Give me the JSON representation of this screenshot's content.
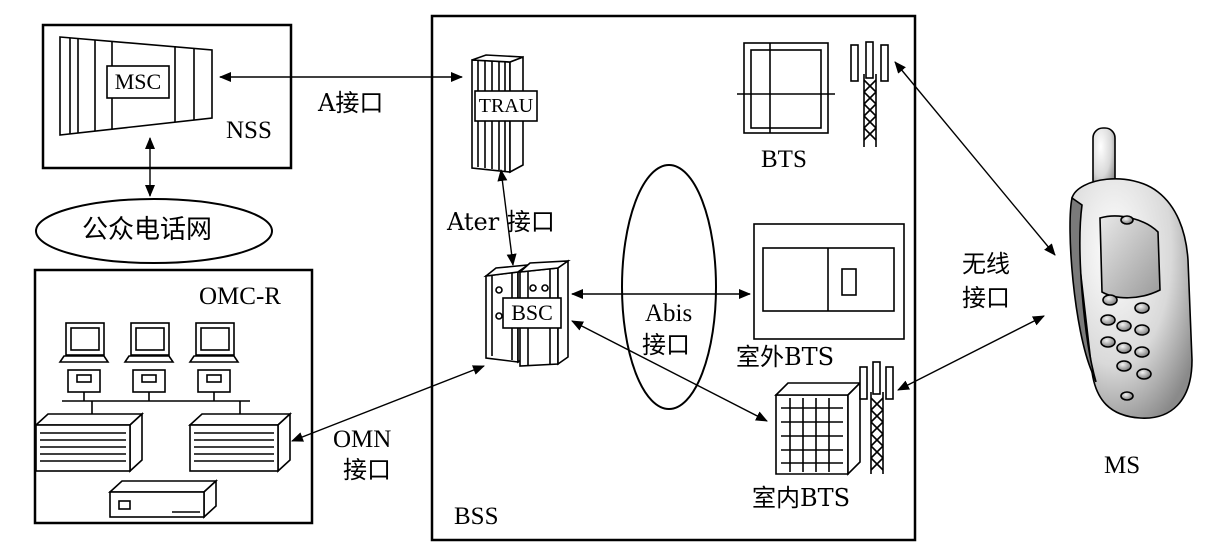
{
  "nss": {
    "label": "NSS",
    "msc_label": "MSC"
  },
  "pstn": {
    "label": "公众电话网"
  },
  "omc": {
    "label": "OMC-R"
  },
  "bss": {
    "label": "BSS",
    "trau_label": "TRAU",
    "bsc_label": "BSC"
  },
  "bts": {
    "top_label": "BTS",
    "outdoor_label": "室外BTS",
    "indoor_label": "室内BTS"
  },
  "ms": {
    "label": "MS"
  },
  "interfaces": {
    "a": "A接口",
    "ater": "Ater 接口",
    "abis_line1": "Abis",
    "abis_line2": "接口",
    "omn_line1": "OMN",
    "omn_line2": "接口",
    "air_line1": "无线",
    "air_line2": "接口"
  }
}
